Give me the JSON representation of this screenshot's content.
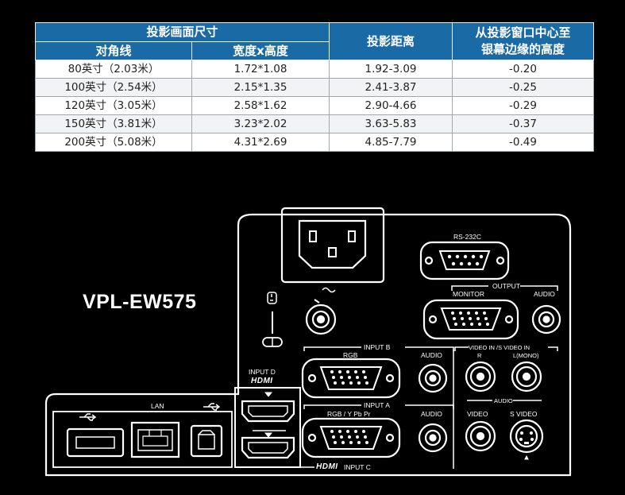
{
  "table": {
    "header": {
      "size": "投影画面尺寸",
      "diagonal": "对角线",
      "width_height": "宽度x高度",
      "distance": "投影距离",
      "offset_line1": "从投影窗口中心至",
      "offset_line2": "银幕边缘的高度"
    },
    "rows": [
      {
        "diagonal": "80英寸（2.03米）",
        "size": "1.72*1.08",
        "distance": "1.92-3.09",
        "offset": "-0.20"
      },
      {
        "diagonal": "100英寸（2.54米）",
        "size": "2.15*1.35",
        "distance": "2.41-3.87",
        "offset": "-0.25"
      },
      {
        "diagonal": "120英寸（3.05米）",
        "size": "2.58*1.62",
        "distance": "2.90-4.66",
        "offset": "-0.29"
      },
      {
        "diagonal": "150英寸（3.81米）",
        "size": "3.23*2.02",
        "distance": "3.63-5.83",
        "offset": "-0.37"
      },
      {
        "diagonal": "200英寸（5.08米）",
        "size": "4.31*2.69",
        "distance": "4.85-7.79",
        "offset": "-0.49"
      }
    ]
  },
  "panel": {
    "model": "VPL-EW575",
    "labels": {
      "rs232c": "RS-232C",
      "output": "OUTPUT",
      "monitor": "MONITOR",
      "audio_out": "AUDIO",
      "input_b": "INPUT B",
      "rgb": "RGB",
      "audio_b": "AUDIO",
      "video_in_top": "VIDEO IN /S VIDEO IN",
      "r": "R",
      "l_mono": "L(MONO)",
      "audio_mid": "AUDIO",
      "input_a": "INPUT A",
      "rgb_ypbpr": "RGB / Y Pb Pr",
      "audio_a": "AUDIO",
      "video": "VIDEO",
      "s_video": "S VIDEO",
      "input_d": "INPUT D",
      "hdmi_d": "HDMI",
      "lan": "LAN",
      "hdmi_c": "HDMI",
      "input_c": "INPUT C"
    }
  },
  "colors": {
    "header_bg": "#1a6aa6",
    "background": "#000000",
    "line": "#ffffff"
  }
}
